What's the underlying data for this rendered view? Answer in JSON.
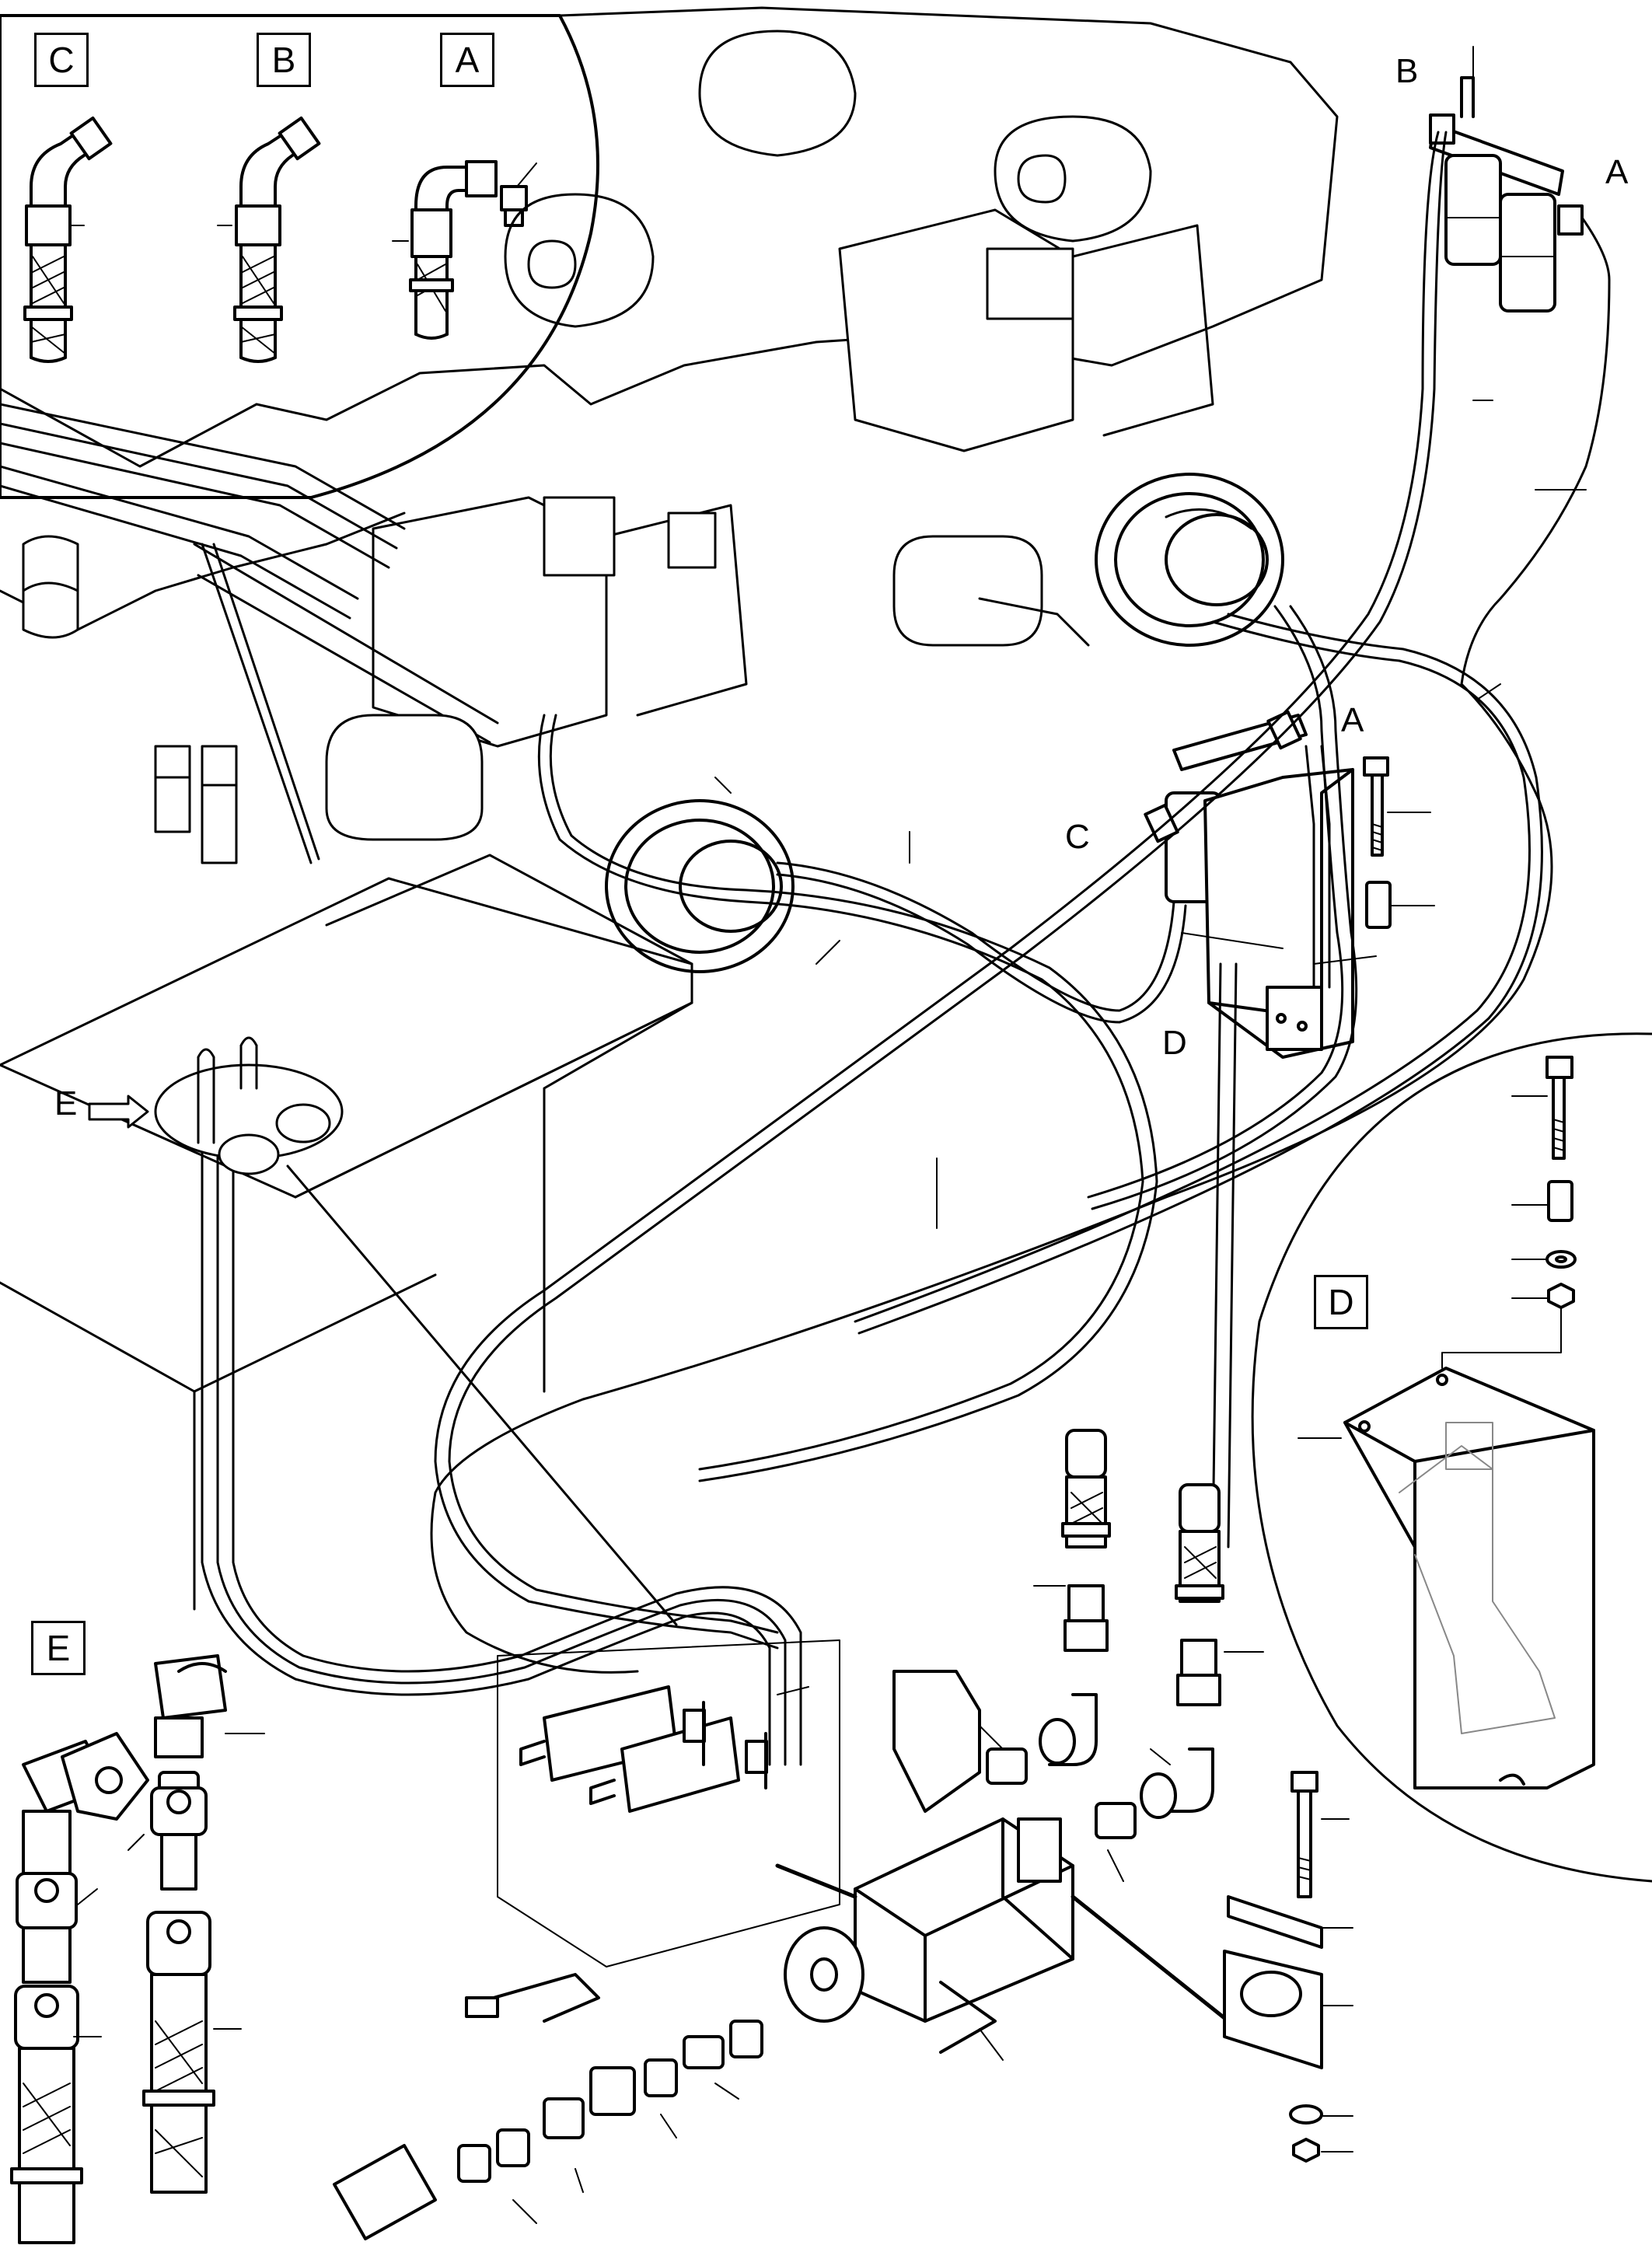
{
  "diagram": {
    "stroke_color": "#000000",
    "background": "#ffffff",
    "detail_views": [
      {
        "id": "detail-c",
        "label": "C"
      },
      {
        "id": "detail-b",
        "label": "B"
      },
      {
        "id": "detail-a",
        "label": "A"
      },
      {
        "id": "detail-d",
        "label": "D"
      },
      {
        "id": "detail-e",
        "label": "E"
      }
    ],
    "callouts": {
      "top_right_b": "B",
      "top_right_a": "A",
      "mid_a": "A",
      "mid_c": "C",
      "mid_d": "D",
      "tank_e": "E"
    }
  }
}
